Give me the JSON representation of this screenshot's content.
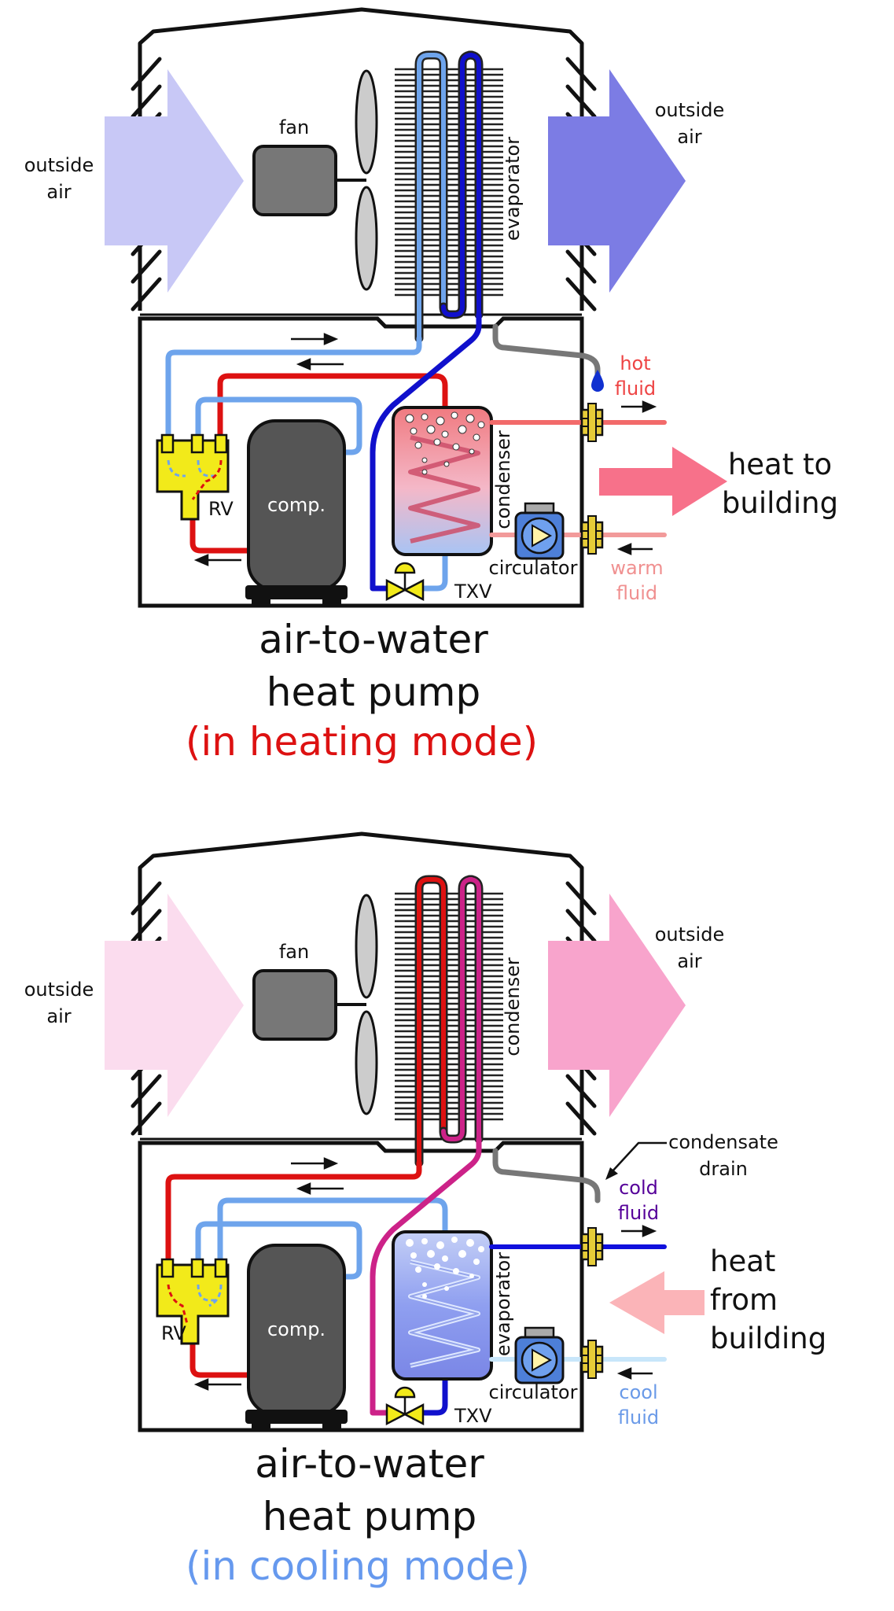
{
  "heating": {
    "outside_air_left": [
      "outside",
      "air"
    ],
    "outside_air_right": [
      "outside",
      "air"
    ],
    "fan": "fan",
    "coil_label": "evaporator",
    "tank_label": "condenser",
    "comp": "comp.",
    "rv": "RV",
    "txv": "TXV",
    "circulator": "circulator",
    "supply_fluid": [
      "hot",
      "fluid"
    ],
    "return_fluid": [
      "warm",
      "fluid"
    ],
    "heat_label": [
      "heat to",
      "building"
    ],
    "title": [
      "air-to-water",
      "heat pump"
    ],
    "mode": "(in heating mode)"
  },
  "cooling": {
    "outside_air_left": [
      "outside",
      "air"
    ],
    "outside_air_right": [
      "outside",
      "air"
    ],
    "fan": "fan",
    "coil_label": "condenser",
    "tank_label": "evaporator",
    "comp": "comp.",
    "rv": "RV",
    "txv": "TXV",
    "circulator": "circulator",
    "drain": [
      "condensate",
      "drain"
    ],
    "supply_fluid": [
      "cold",
      "fluid"
    ],
    "return_fluid": [
      "cool",
      "fluid"
    ],
    "heat_label": [
      "heat",
      "from",
      "building"
    ],
    "title": [
      "air-to-water",
      "heat pump"
    ],
    "mode": "(in cooling mode)"
  },
  "colors": {
    "hot_refrigerant": "#dd1111",
    "warm_refrigerant": "#cc2288",
    "cool_refrigerant": "#6ea4ec",
    "cold_refrigerant": "#1010cc",
    "heating_mode": "#dd1111",
    "cooling_mode": "#6699ee",
    "hot_fluid_text": "#ee4444",
    "warm_fluid_text": "#f09090",
    "cold_fluid_text": "#550099",
    "cool_fluid_text": "#6a9ae8"
  }
}
